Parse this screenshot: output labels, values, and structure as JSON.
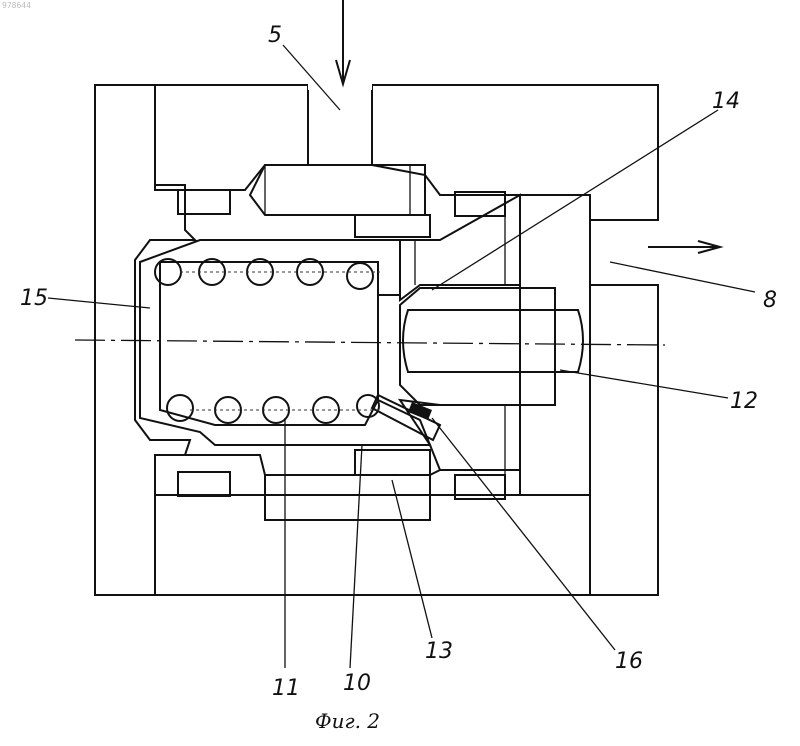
{
  "corner_mark": "978644",
  "labels": {
    "l5": "5",
    "l14": "14",
    "l15": "15",
    "l8": "8",
    "l12": "12",
    "l16": "16",
    "l13": "13",
    "l10": "10",
    "l11": "11"
  },
  "caption": "Фиг. 2"
}
